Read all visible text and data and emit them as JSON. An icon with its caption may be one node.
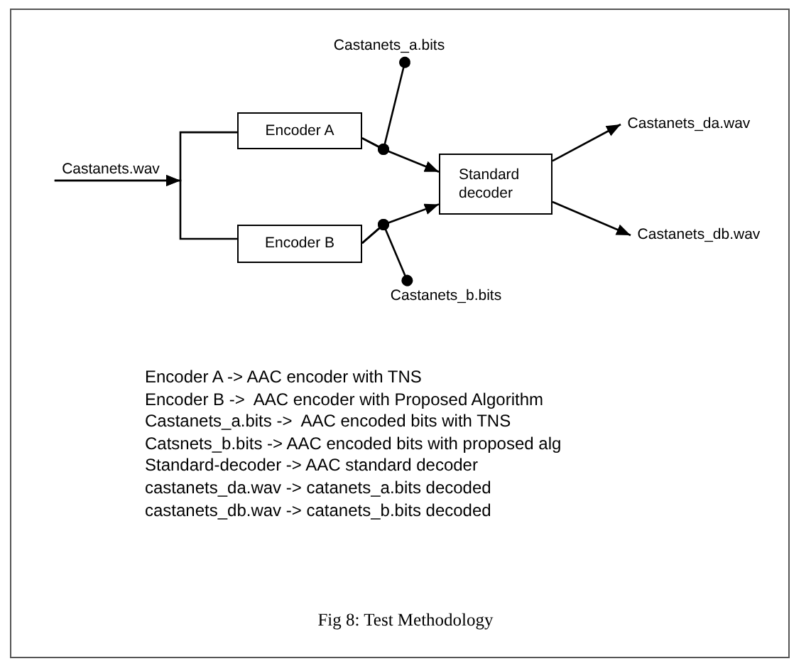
{
  "diagram": {
    "caption": "Fig 8: Test Methodology",
    "nodes": [
      {
        "text": [
          "Castanets.wav"
        ]
      },
      {
        "text": [
          "Encoder A"
        ]
      },
      {
        "text": [
          "Encoder B"
        ]
      },
      {
        "text": [
          "Standard decoder"
        ]
      },
      {
        "text": [
          "Castanets_a.bits"
        ]
      },
      {
        "text": [
          "Castanets_b.bits"
        ]
      },
      {
        "text": [
          "Castanets_da.wav"
        ]
      },
      {
        "text": [
          "Castanets_db.wav"
        ]
      }
    ],
    "edges": [
      {
        "from": 0,
        "to": 1,
        "arrow": "to"
      },
      {
        "from": 0,
        "to": 2,
        "arrow": "to"
      },
      {
        "from": 1,
        "to": 3,
        "arrow": "to"
      },
      {
        "from": 1,
        "to": 4,
        "arrow": "other"
      },
      {
        "from": 2,
        "to": 3,
        "arrow": "to"
      },
      {
        "from": 2,
        "to": 5,
        "arrow": "other"
      },
      {
        "from": 3,
        "to": 6,
        "arrow": "to"
      },
      {
        "from": 3,
        "to": 7,
        "arrow": "to"
      }
    ],
    "labels": [
      "Encoder A -> AAC encoder with TNS",
      "Encoder B ->  AAC encoder with Proposed Algorithm",
      "Castanets_a.bits ->  AAC encoded bits with TNS",
      "Catsnets_b.bits -> AAC encoded bits with proposed alg",
      "Standard-decoder -> AAC standard decoder",
      "castanets_da.wav -> catanets_a.bits decoded",
      "castanets_db.wav -> catanets_b.bits decoded"
    ]
  }
}
